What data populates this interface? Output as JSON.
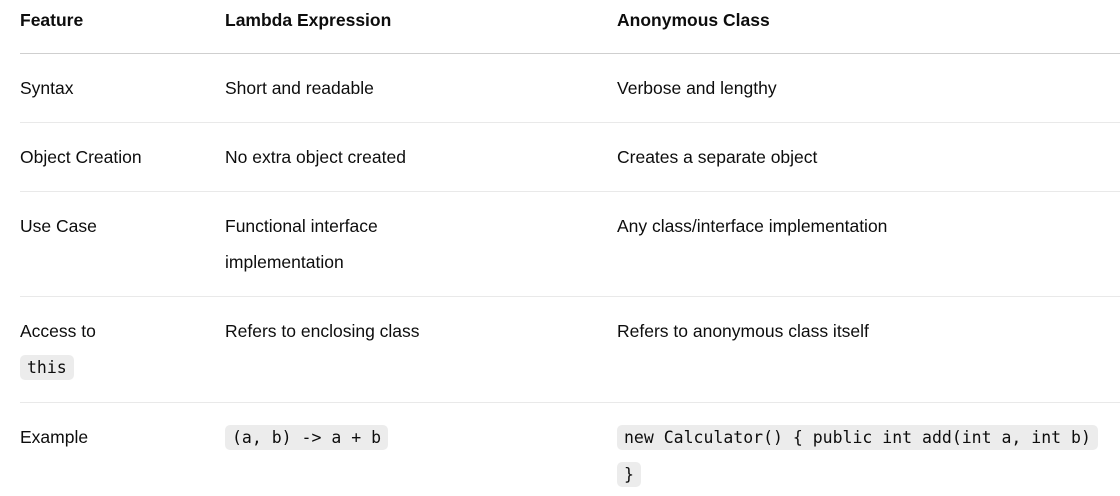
{
  "colors": {
    "page_background": "#ffffff",
    "text": "#0d0d0d",
    "header_divider": "#cfcfcf",
    "row_divider": "#e9e9e9",
    "inline_code_background": "#ececec"
  },
  "table": {
    "columns": [
      {
        "label": "Feature"
      },
      {
        "label": "Lambda Expression"
      },
      {
        "label": "Anonymous Class"
      }
    ],
    "rows": [
      {
        "cells": [
          [
            {
              "t": "text",
              "v": "Syntax"
            }
          ],
          [
            {
              "t": "text",
              "v": "Short and readable"
            }
          ],
          [
            {
              "t": "text",
              "v": "Verbose and lengthy"
            }
          ]
        ]
      },
      {
        "cells": [
          [
            {
              "t": "text",
              "v": "Object Creation"
            }
          ],
          [
            {
              "t": "text",
              "v": "No extra object created"
            }
          ],
          [
            {
              "t": "text",
              "v": "Creates a separate object"
            }
          ]
        ]
      },
      {
        "cells": [
          [
            {
              "t": "text",
              "v": "Use Case"
            }
          ],
          [
            {
              "t": "text",
              "v": "Functional interface"
            },
            {
              "t": "br"
            },
            {
              "t": "text",
              "v": "implementation"
            }
          ],
          [
            {
              "t": "text",
              "v": "Any class/interface implementation"
            }
          ]
        ]
      },
      {
        "cells": [
          [
            {
              "t": "text",
              "v": "Access to"
            },
            {
              "t": "br"
            },
            {
              "t": "code",
              "v": "this"
            }
          ],
          [
            {
              "t": "text",
              "v": "Refers to enclosing class"
            }
          ],
          [
            {
              "t": "text",
              "v": "Refers to anonymous class itself"
            }
          ]
        ]
      },
      {
        "cells": [
          [
            {
              "t": "text",
              "v": "Example"
            }
          ],
          [
            {
              "t": "code",
              "v": "(a, b) -> a + b"
            }
          ],
          [
            {
              "t": "code",
              "v": "new Calculator() { public int add(int a, int b)"
            },
            {
              "t": "br"
            },
            {
              "t": "code",
              "v": "}"
            }
          ]
        ]
      }
    ]
  }
}
